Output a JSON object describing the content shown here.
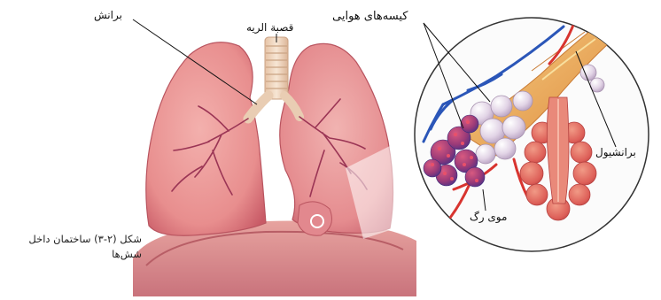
{
  "labels": {
    "bronchus": "برانش",
    "trachea": "قصبة الریه",
    "air_sacs": "کیسه‌های هوایی",
    "bronchiole": "برانشیول",
    "capillary": "موی رگ"
  },
  "caption": {
    "line1": "شکل (۲-۳) ساختمان داخل",
    "line2": "شش‌ها"
  },
  "colors": {
    "lung": "#e88e8e",
    "lung_shadow": "#c85a66",
    "trachea": "#f1d9c2",
    "diaphragm": "#d9838a",
    "alveoli": "#e8dcea",
    "capillary_blue": "#2b56b8",
    "capillary_red": "#d8342f",
    "bronchiole": "#e9a24e"
  }
}
